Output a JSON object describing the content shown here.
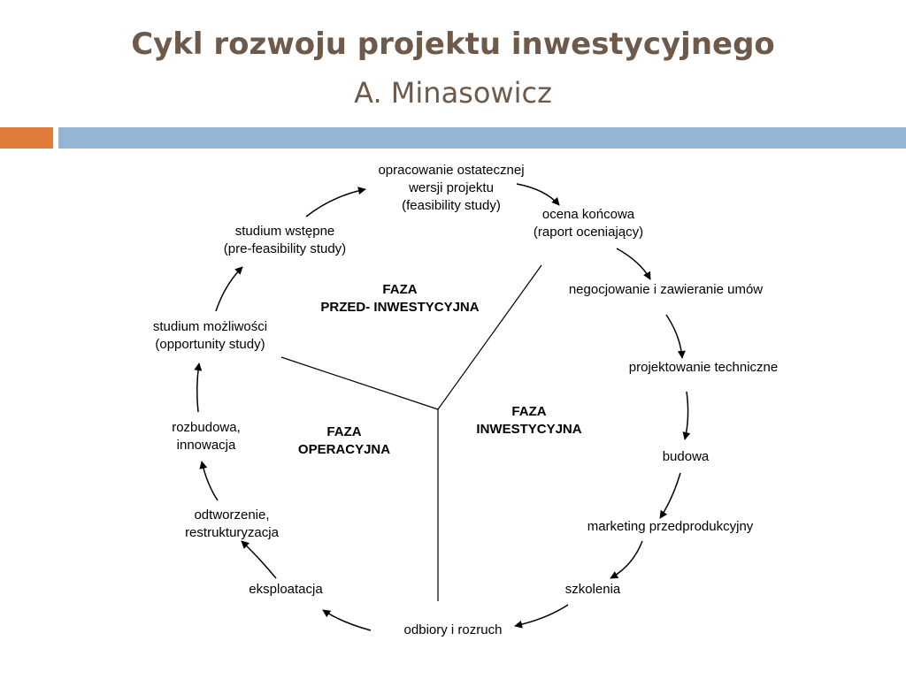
{
  "header": {
    "title": "Cykl rozwoju projektu inwestycyjnego",
    "subtitle": "A. Minasowicz"
  },
  "colors": {
    "title": "#6e5a4b",
    "accent_orange": "#e07b3c",
    "accent_blue": "#94b5d4"
  },
  "nodes": {
    "feasibility": {
      "l1": "opracowanie ostatecznej",
      "l2": "wersji projektu",
      "l3": "(feasibility study)"
    },
    "ocena": {
      "l1": "ocena końcowa",
      "l2": "(raport oceniający)"
    },
    "negocjowanie": {
      "l1": "negocjowanie i zawieranie umów"
    },
    "projektowanie": {
      "l1": "projektowanie techniczne"
    },
    "budowa": {
      "l1": "budowa"
    },
    "marketing": {
      "l1": "marketing przedprodukcyjny"
    },
    "szkolenia": {
      "l1": "szkolenia"
    },
    "odbiory": {
      "l1": "odbiory i rozruch"
    },
    "eksploatacja": {
      "l1": "eksploatacja"
    },
    "odtworzenie": {
      "l1": "odtworzenie,",
      "l2": "restrukturyzacja"
    },
    "rozbudowa": {
      "l1": "rozbudowa,",
      "l2": "innowacja"
    },
    "mozliwosci": {
      "l1": "studium możliwości",
      "l2": "(opportunity study)"
    },
    "wstepne": {
      "l1": "studium wstępne",
      "l2": "(pre-feasibility study)"
    }
  },
  "phases": {
    "przed": {
      "l1": "FAZA",
      "l2": "PRZED- INWESTYCYJNA"
    },
    "inwest": {
      "l1": "FAZA",
      "l2": "INWESTYCYJNA"
    },
    "oper": {
      "l1": "FAZA",
      "l2": "OPERACYJNA"
    }
  }
}
